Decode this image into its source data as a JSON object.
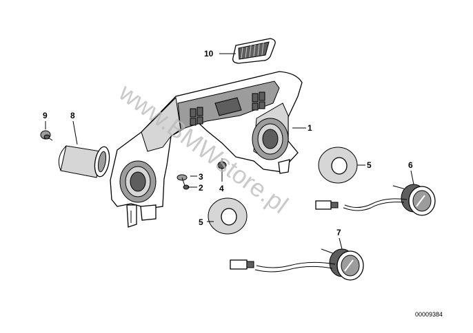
{
  "diagram": {
    "drawing_number": "00009384",
    "watermark": "www.BMWstore.pl",
    "callouts": {
      "c1": "1",
      "c2": "2",
      "c3": "3",
      "c4": "4",
      "c5a": "5",
      "c5b": "5",
      "c6": "6",
      "c7": "7",
      "c8": "8",
      "c9": "9",
      "c10": "10"
    }
  }
}
